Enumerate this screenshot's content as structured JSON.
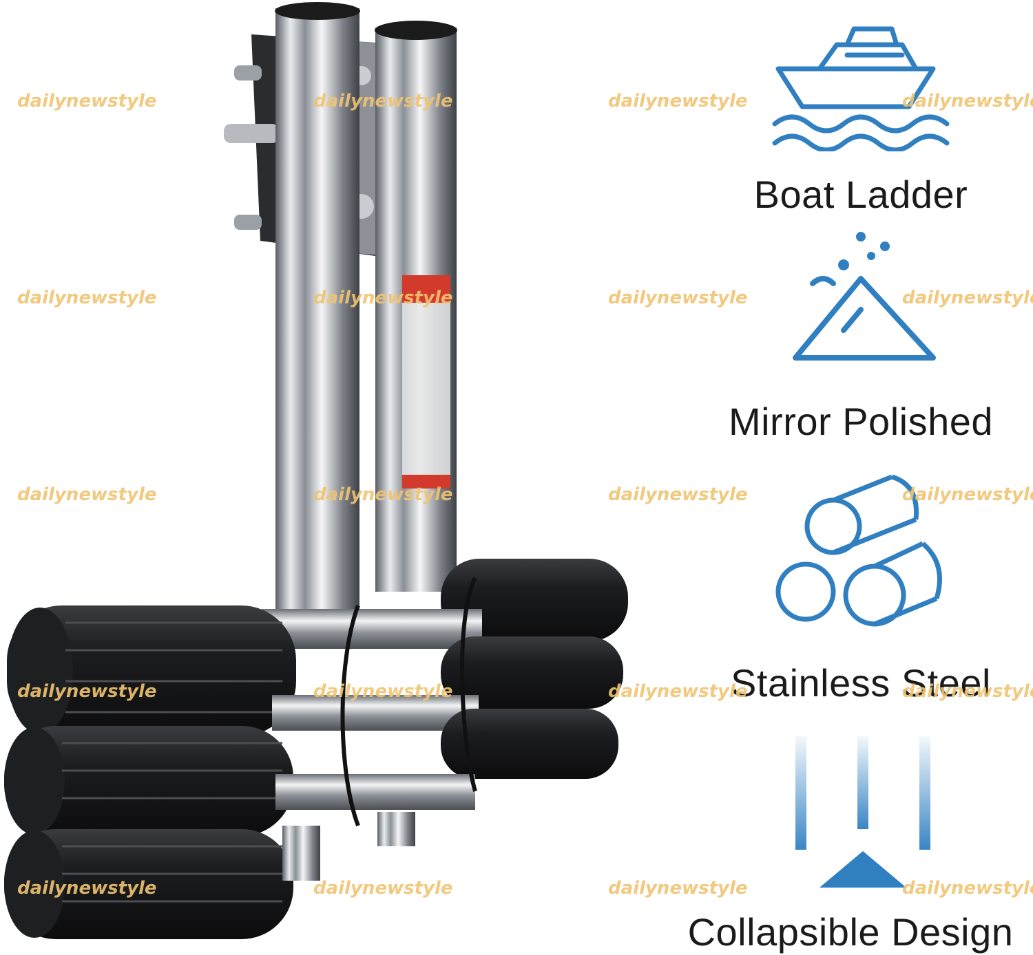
{
  "product": {
    "icon": "telescoping-boat-ladder-photo"
  },
  "features": [
    {
      "label": "Boat Ladder",
      "icon": "boat-icon"
    },
    {
      "label": "Mirror Polished",
      "icon": "polish-icon"
    },
    {
      "label": "Stainless Steel",
      "icon": "steel-pipes-icon"
    },
    {
      "label": "Collapsible Design",
      "icon": "collapse-arrow-icon"
    }
  ],
  "watermark": {
    "text": "dailynewstyle"
  },
  "colors": {
    "icon_blue": "#2f7fc1",
    "watermark": "#f0c472",
    "text": "#1a1a1a"
  }
}
